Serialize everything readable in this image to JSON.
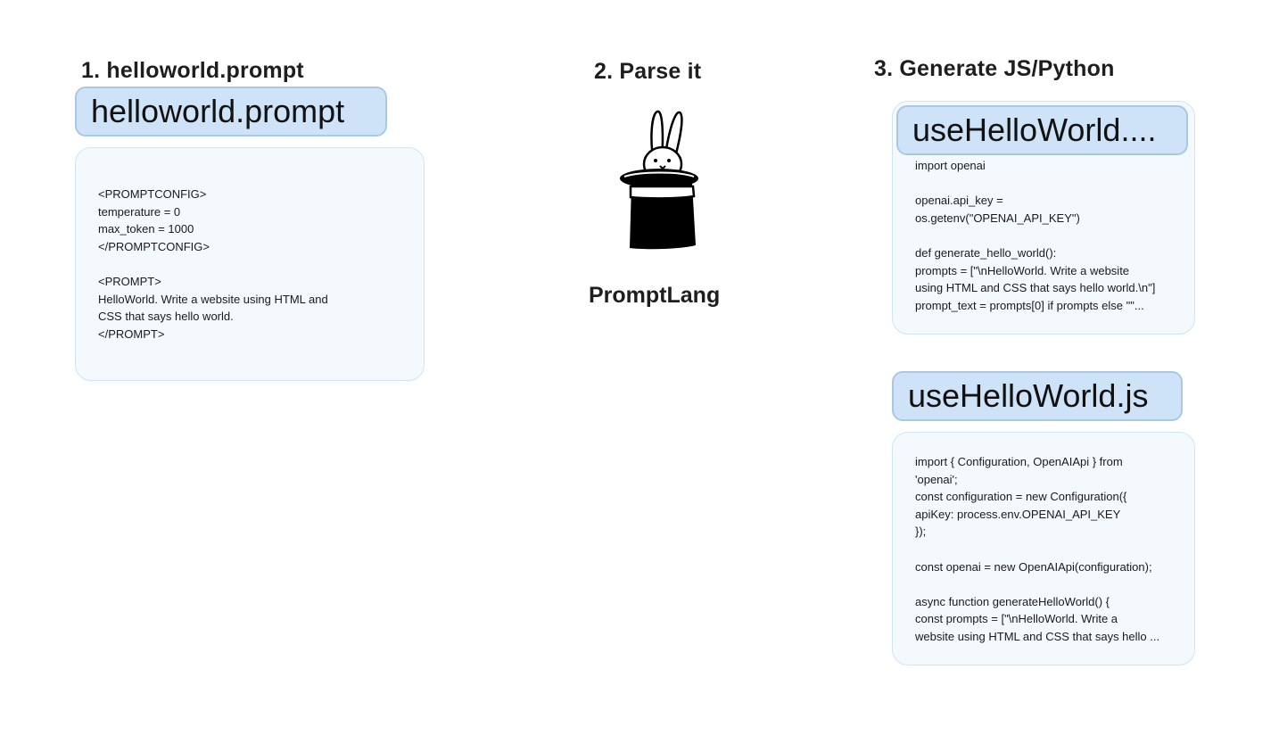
{
  "steps": [
    {
      "title": "1. helloworld.prompt"
    },
    {
      "title": "2. Parse it"
    },
    {
      "title": "3. Generate JS/Python"
    }
  ],
  "prompt_file": {
    "tab_label": "helloworld.prompt",
    "lines": [
      "<PROMPTCONFIG>",
      "temperature = 0",
      "max_token = 1000",
      "</PROMPTCONFIG>",
      "",
      "<PROMPT>",
      "HelloWorld. Write a website using HTML and",
      "CSS that says hello world.",
      "</PROMPT>"
    ]
  },
  "parser": {
    "logo_icon": "rabbit-in-top-hat-icon",
    "label": "PromptLang"
  },
  "python_file": {
    "tab_label": "useHelloWorld....",
    "lines": [
      "import openai",
      "",
      "openai.api_key =",
      "os.getenv(\"OPENAI_API_KEY\")",
      "",
      "def generate_hello_world():",
      "prompts = [\"\\nHelloWorld. Write a website",
      "using HTML and CSS that says hello world.\\n\"]",
      "prompt_text = prompts[0] if prompts else \"\"..."
    ]
  },
  "js_file": {
    "tab_label": "useHelloWorld.js",
    "lines": [
      "import { Configuration, OpenAIApi } from",
      "'openai';",
      "const configuration = new Configuration({",
      "apiKey: process.env.OPENAI_API_KEY",
      "});",
      "",
      "const openai = new OpenAIApi(configuration);",
      "",
      "async function generateHelloWorld() {",
      "const prompts = [\"\\nHelloWorld. Write a",
      "website using HTML and CSS that says hello ..."
    ]
  },
  "colors": {
    "tab_fill": "#cfe3f8",
    "tab_border": "#a9c8e6",
    "card_fill": "#f4f9fe",
    "card_border": "#cfe4f5"
  }
}
